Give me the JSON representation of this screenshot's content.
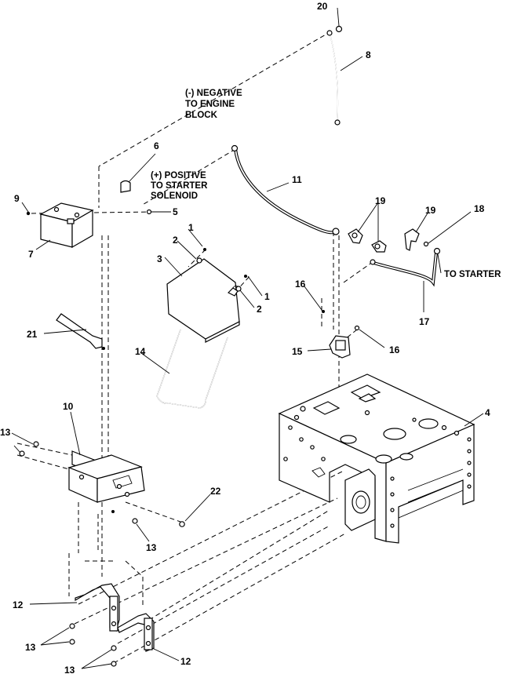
{
  "callouts": {
    "c20": "20",
    "c8": "8",
    "c6": "6",
    "c11": "11",
    "c9": "9",
    "c5": "5",
    "c7": "7",
    "c19a": "19",
    "c19b": "19",
    "c18": "18",
    "c1a": "1",
    "c2a": "2",
    "c3": "3",
    "c1b": "1",
    "c2b": "2",
    "c16a": "16",
    "c17": "17",
    "c21": "21",
    "c15": "15",
    "c16b": "16",
    "c14": "14",
    "c4": "4",
    "c10": "10",
    "c13a": "13",
    "c22": "22",
    "c13b": "13",
    "c12a": "12",
    "c13c": "13",
    "c12b": "12",
    "c13d": "13"
  },
  "notes": {
    "negative_line1": "(-) NEGATIVE",
    "negative_line2": "TO ENGINE",
    "negative_line3": "BLOCK",
    "positive_line1": "(+) POSITIVE",
    "positive_line2": "TO STARTER",
    "positive_line3": "SOLENOID",
    "to_starter": "TO STARTER"
  }
}
